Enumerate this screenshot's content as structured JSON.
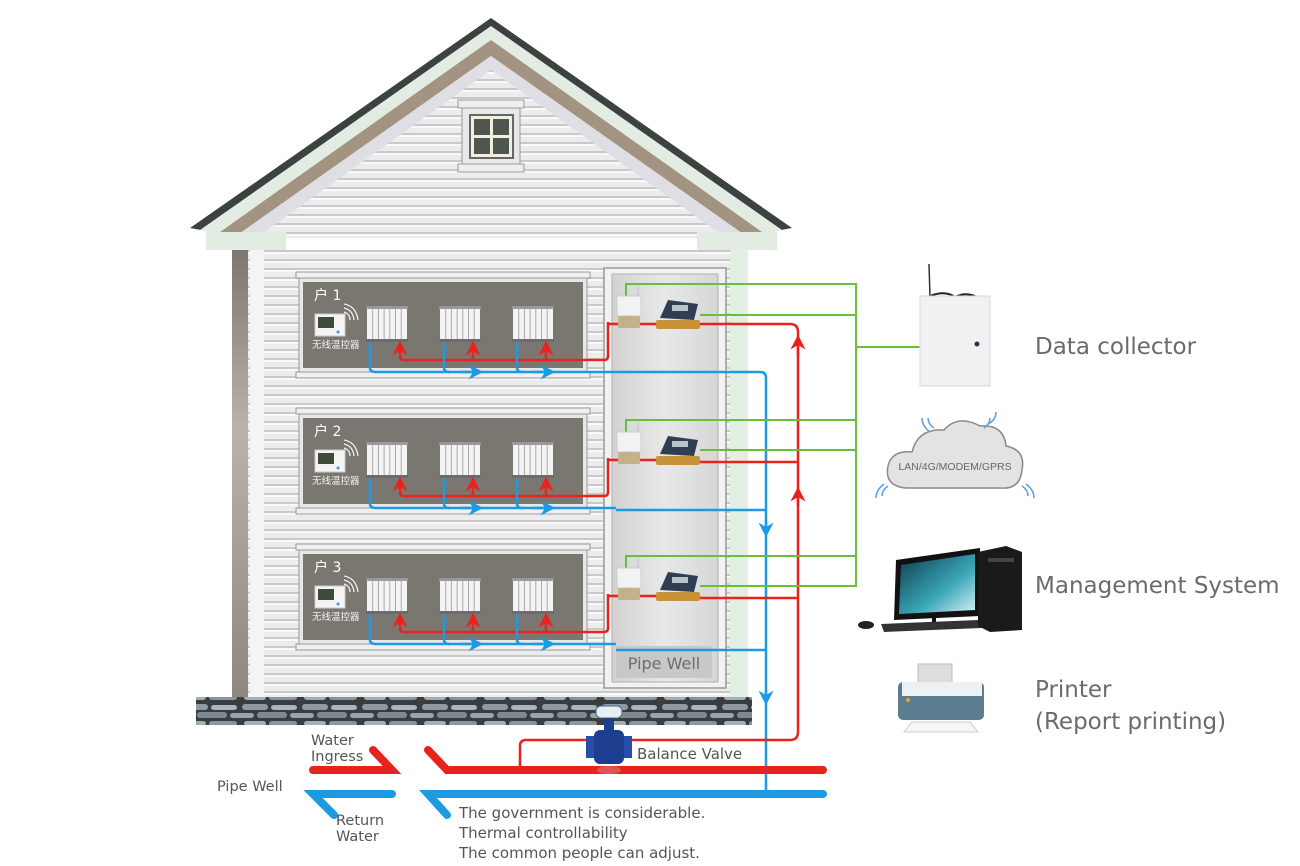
{
  "diagram": {
    "title": "Household heat metering and temperature control system",
    "floors": [
      {
        "label": "户 1",
        "thermostat_label": "无线温控器",
        "radiators": 3
      },
      {
        "label": "户 2",
        "thermostat_label": "无线温控器",
        "radiators": 3
      },
      {
        "label": "户 3",
        "thermostat_label": "无线温控器",
        "radiators": 3
      }
    ],
    "pipe_well_inner_label": "Pipe Well",
    "devices": {
      "data_collector": "Data collector",
      "network": "LAN/4G/MODEM/GPRS",
      "management": "Management System",
      "printer_line1": "Printer",
      "printer_line2": "(Report printing)"
    },
    "pipes": {
      "water_ingress_line1": "Water",
      "water_ingress_line2": "Ingress",
      "return_water_line1": "Return",
      "return_water_line2": "Water",
      "pipe_well_outer": "Pipe Well",
      "balance_valve": "Balance Valve"
    },
    "notes": [
      "The government is considerable.",
      "Thermal controllability",
      "The common people can adjust."
    ],
    "colors": {
      "supply": "#e8231d",
      "return": "#1c9be3",
      "signal": "#6abf3a",
      "panel": "#7a7771",
      "siding": "#e6e6e6"
    }
  }
}
